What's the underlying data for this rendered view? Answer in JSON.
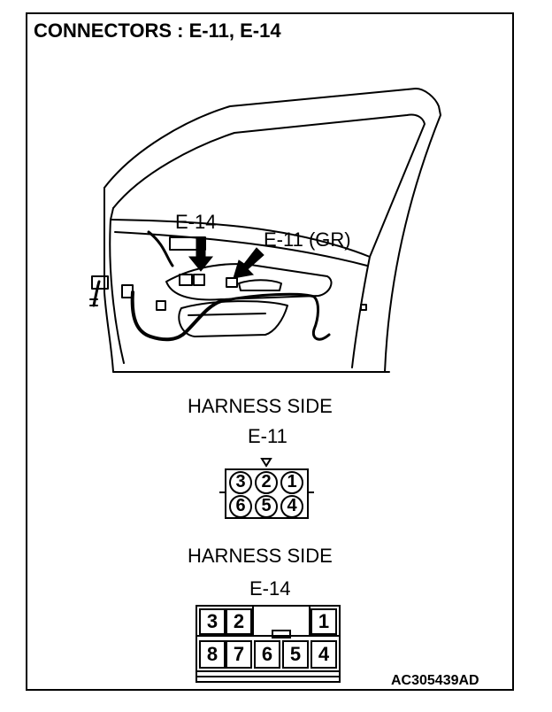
{
  "title": "CONNECTORS : E-11, E-14",
  "door": {
    "label_e14": "E-14",
    "label_e11": "E-11 (GR)"
  },
  "e11": {
    "heading": "HARNESS SIDE",
    "name": "E-11",
    "pins_top": [
      "3",
      "2",
      "1"
    ],
    "pins_bottom": [
      "6",
      "5",
      "4"
    ]
  },
  "e14": {
    "heading": "HARNESS SIDE",
    "name": "E-14",
    "pins_top": [
      "3",
      "2",
      "",
      "",
      "1"
    ],
    "pins_bottom": [
      "8",
      "7",
      "6",
      "5",
      "4"
    ]
  },
  "figure_code": "AC305439AD"
}
